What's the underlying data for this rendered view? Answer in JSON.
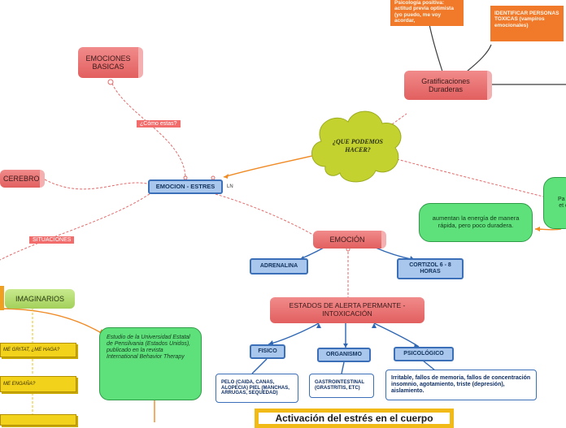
{
  "nodes": {
    "emociones_basicas": "EMOCIONES BASICAS",
    "como_estas": "¿Cómo estas?",
    "cerebro": "CEREBRO",
    "emocion_estres": "EMOCION - ESTRES",
    "emocion_estres_tag": "LN",
    "que_podemos_hacer": "¿QUE PODEMOS HACER?",
    "gratificaciones": "Gratificaciones Duraderas",
    "psicologia_text": "Psicología positiva: actitud previa optimista (yo puedo, me voy acordar,",
    "identificar": "IDENTIFICAR PERSONAS TOXICAS (vampiros emocionales)",
    "situaciones": "SITUACIONES",
    "emocion": "EMOCIÓN",
    "adrenalina": "ADRENALINA",
    "cortizol": "CORTIZOL 6 - 8 HORAS",
    "aumentan": "aumentan la energía de manera rápida, pero poco duradera.",
    "right_green": "Pa ul et et",
    "estados": "ESTADOS DE ALERTA PERMANTE - INTOXICACIÓN",
    "imaginarios": "IMAGINARIOS",
    "estudio": "Estudio de la Universidad Estatal de Pensilvania (Estados Unidos), publicado en la revista International Behavior Therapy",
    "fisico": "FISICO",
    "organismo": "ORGANISMO",
    "psicologico": "PSICOLÓGICO",
    "fisico_detail": "PELO (CAIDA, CANAS, ALOPECIA) PIEL (MANCHAS, ARRUGAS, SEQUEDAD)",
    "organismo_detail": "GASTROINTESTINAL (GRASTRITIS, ETC)",
    "psicologico_detail": "Irritable, fallos de memoria, fallos de concentración insomnio, agotamiento, triste (depresión), aislamiento.",
    "yellow1": "ME GRITAT, ¿ME HAGA?",
    "yellow2": "ME ENGAÑA?",
    "activacion": "Activación del estrés en el cuerpo"
  },
  "colors": {
    "topic_pink": "#e25f5f",
    "sub_blue": "#a9c7ec",
    "note_green": "#5ee07a",
    "orange_link": "#f08a24",
    "dashed_link": "#e26060",
    "cloud": "#c3d22f"
  }
}
